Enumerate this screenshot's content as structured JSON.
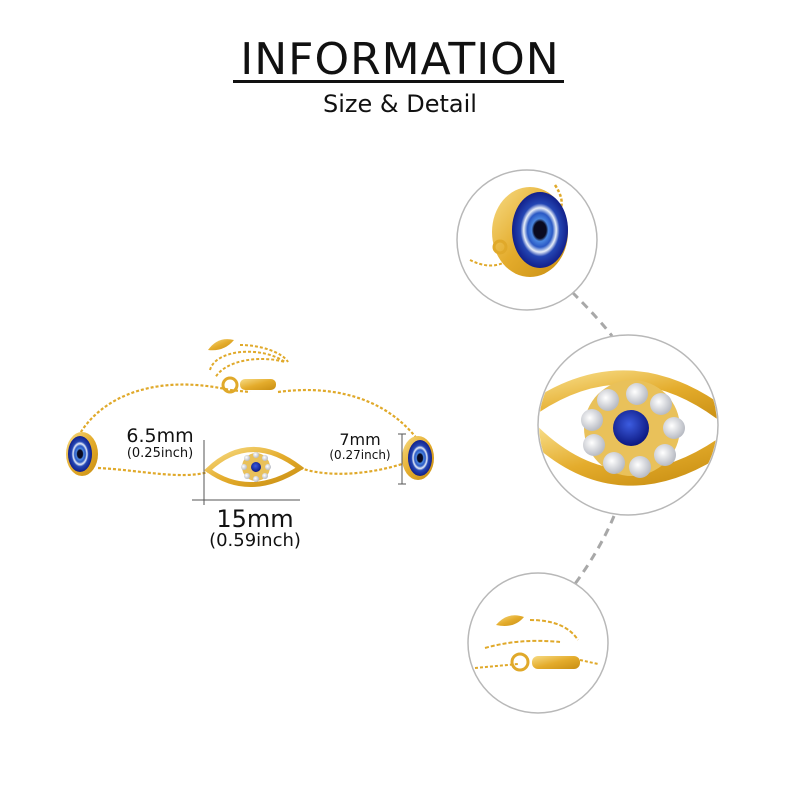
{
  "header": {
    "title": "INFORMATION",
    "subtitle": "Size & Detail"
  },
  "dimensions": {
    "side_bead_width": {
      "mm": "6.5mm",
      "inch": "(0.25inch)"
    },
    "side_bead_height": {
      "mm": "7mm",
      "inch": "(0.27inch)"
    },
    "center_charm_width": {
      "mm": "15mm",
      "inch": "(0.59inch)"
    }
  },
  "details": [
    {
      "name": "evil-eye-bead-closeup"
    },
    {
      "name": "evil-eye-charm-closeup"
    },
    {
      "name": "clasp-extender-closeup"
    }
  ],
  "colors": {
    "gold": "#e0a92a",
    "gold_light": "#f6d77a",
    "blue_dark": "#14238a",
    "blue_mid": "#2d54c8",
    "circle_outline": "#b8b8b8",
    "dashed_line": "#a8a8a8",
    "dim_line": "#555555"
  }
}
